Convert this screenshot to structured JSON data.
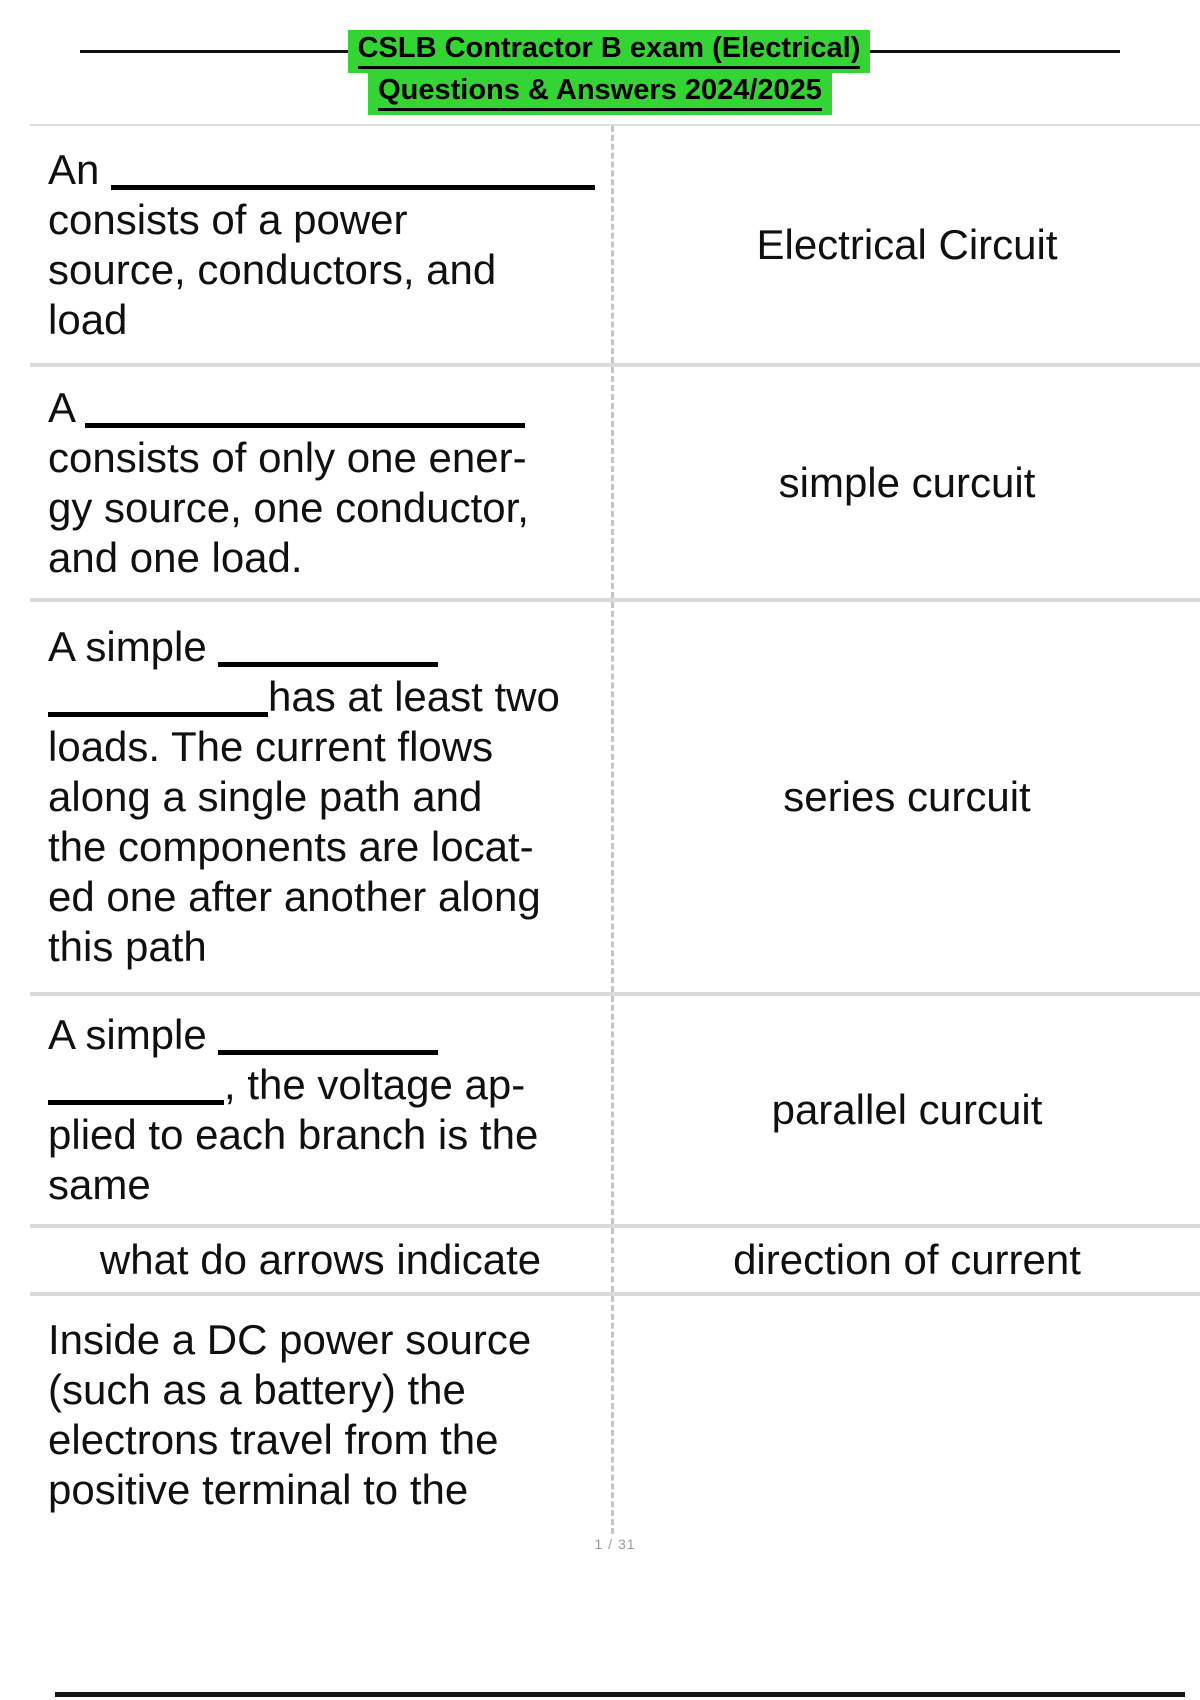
{
  "colors": {
    "highlight": "#35d435"
  },
  "header": {
    "title_line1": "CSLB Contractor B exam (Electrical)",
    "title_line2": "Questions & Answers 2024/2025"
  },
  "cards": [
    {
      "question_lines": [
        "An ______________________",
        "consists of a power",
        "source, conductors, and",
        "load"
      ],
      "answer": "Electrical Circuit"
    },
    {
      "question_lines": [
        "A ____________________",
        "consists of only one ener-",
        "gy source, one conductor,",
        "and one load."
      ],
      "answer": "simple curcuit"
    },
    {
      "question_lines": [
        "A simple __________",
        "__________has at least two",
        "loads. The current flows",
        "along a single path and",
        "the components are locat-",
        "ed one after another along",
        "this path"
      ],
      "answer": "series curcuit"
    },
    {
      "question_lines": [
        "A simple __________",
        "________, the voltage ap-",
        "plied to each branch is the",
        "same"
      ],
      "answer": "parallel curcuit"
    },
    {
      "question_lines": [
        "what do arrows indicate"
      ],
      "answer": "direction of current",
      "centered": true
    },
    {
      "question_lines": [
        "Inside a DC power source",
        "(such as a battery) the",
        "electrons travel from the",
        "positive terminal to the"
      ],
      "answer": ""
    }
  ],
  "footer": {
    "page_indicator": "1 / 31"
  }
}
